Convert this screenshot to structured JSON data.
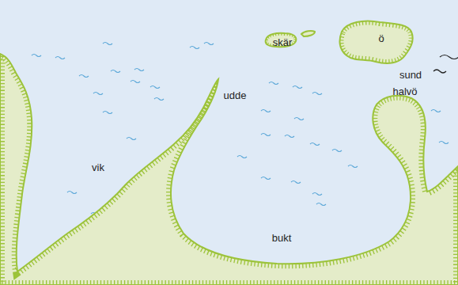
{
  "diagram": {
    "labels": [
      "skär",
      "ö",
      "sund",
      "udde",
      "halvö",
      "vik",
      "bukt"
    ]
  }
}
